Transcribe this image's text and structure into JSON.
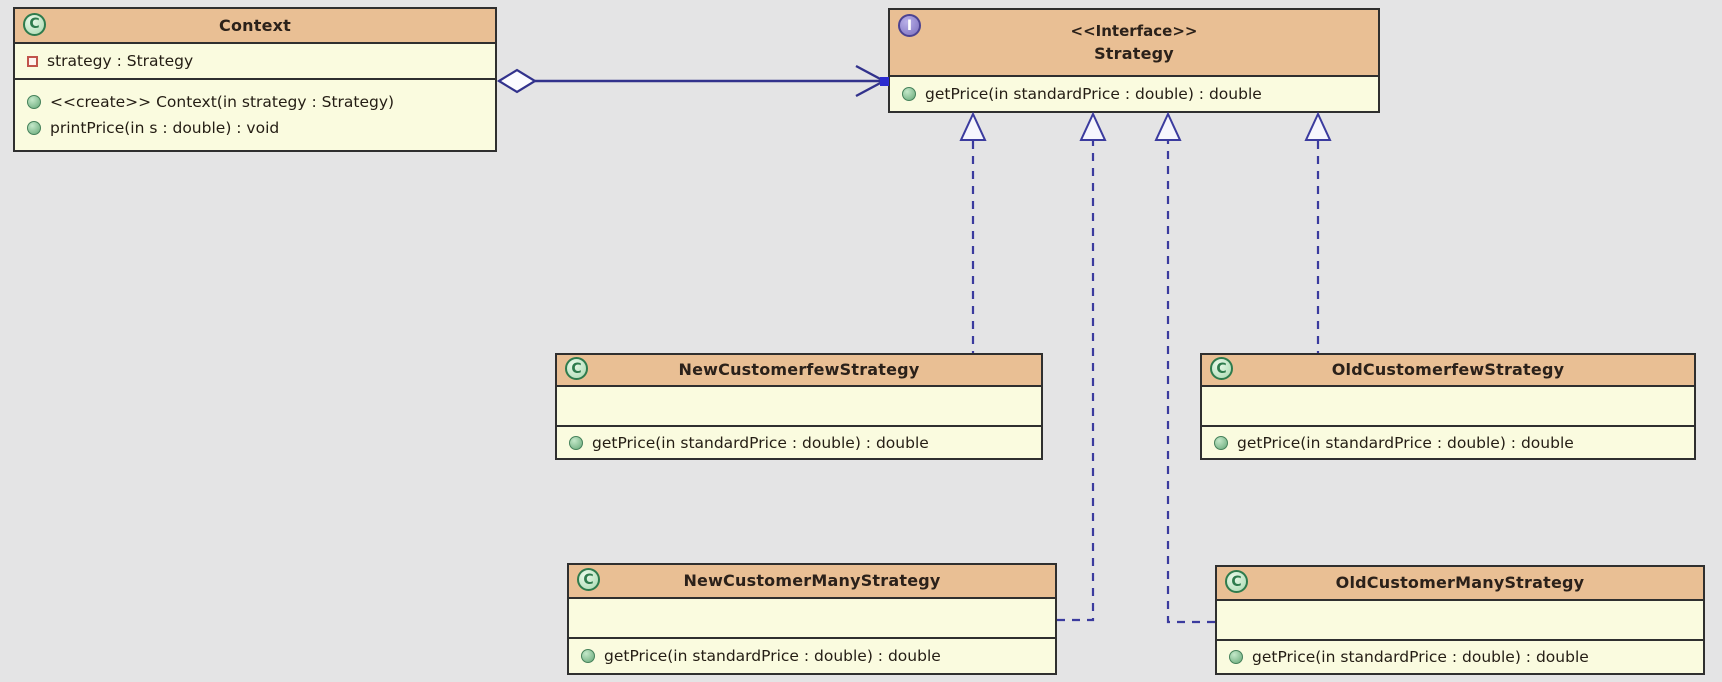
{
  "canvas": {
    "background_color": "#e4e4e5",
    "box_header_color": "#e9bf94",
    "box_body_color": "#fafbdf",
    "connector_color": "#3b3b9e"
  },
  "classes": [
    {
      "name": "Context",
      "kind": "class",
      "icon": "C",
      "stereotype": "",
      "attributes": [
        "strategy : Strategy"
      ],
      "methods": [
        "<<create>> Context(in strategy : Strategy)",
        "printPrice(in s : double) : void"
      ]
    },
    {
      "name": "Strategy",
      "kind": "interface",
      "icon": "I",
      "stereotype": "<<Interface>>",
      "attributes": [],
      "methods": [
        "getPrice(in standardPrice : double) : double"
      ]
    },
    {
      "name": "NewCustomerfewStrategy",
      "kind": "class",
      "icon": "C",
      "stereotype": "",
      "attributes": [],
      "methods": [
        "getPrice(in standardPrice : double) : double"
      ]
    },
    {
      "name": "OldCustomerfewStrategy",
      "kind": "class",
      "icon": "C",
      "stereotype": "",
      "attributes": [],
      "methods": [
        "getPrice(in standardPrice : double) : double"
      ]
    },
    {
      "name": "NewCustomerManyStrategy",
      "kind": "class",
      "icon": "C",
      "stereotype": "",
      "attributes": [],
      "methods": [
        "getPrice(in standardPrice : double) : double"
      ]
    },
    {
      "name": "OldCustomerManyStrategy",
      "kind": "class",
      "icon": "C",
      "stereotype": "",
      "attributes": [],
      "methods": [
        "getPrice(in standardPrice : double) : double"
      ]
    }
  ],
  "relations": [
    {
      "type": "aggregation",
      "from": "Context",
      "to": "Strategy"
    },
    {
      "type": "realization",
      "from": "NewCustomerfewStrategy",
      "to": "Strategy"
    },
    {
      "type": "realization",
      "from": "NewCustomerManyStrategy",
      "to": "Strategy"
    },
    {
      "type": "realization",
      "from": "OldCustomerManyStrategy",
      "to": "Strategy"
    },
    {
      "type": "realization",
      "from": "OldCustomerfewStrategy",
      "to": "Strategy"
    }
  ]
}
